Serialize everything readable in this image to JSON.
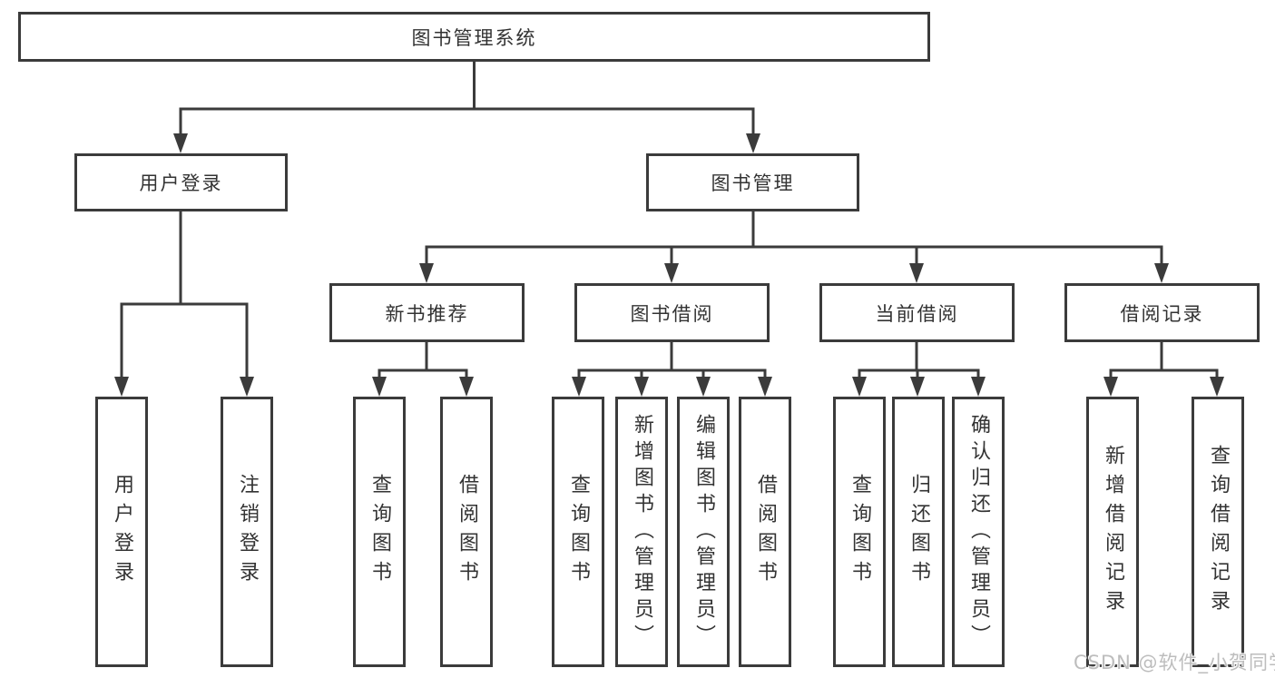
{
  "watermark": "CSDN @软件_小贺同学",
  "colors": {
    "line": "#3b3b3b",
    "text": "#333333",
    "background": "#ffffff",
    "watermark": "#bdbdbd"
  },
  "tree": {
    "root": {
      "label": "图书管理系统"
    },
    "level2": [
      {
        "label": "用户登录"
      },
      {
        "label": "图书管理"
      }
    ],
    "level3": [
      {
        "label": "新书推荐",
        "parent": "图书管理"
      },
      {
        "label": "图书借阅",
        "parent": "图书管理"
      },
      {
        "label": "当前借阅",
        "parent": "图书管理"
      },
      {
        "label": "借阅记录",
        "parent": "图书管理"
      }
    ],
    "leaves": [
      {
        "label": "用户登录",
        "parent": "用户登录"
      },
      {
        "label": "注销登录",
        "parent": "用户登录"
      },
      {
        "label": "查询图书",
        "parent": "新书推荐"
      },
      {
        "label": "借阅图书",
        "parent": "新书推荐"
      },
      {
        "label": "查询图书",
        "parent": "图书借阅"
      },
      {
        "label": "新增图书（管理员）",
        "parent": "图书借阅"
      },
      {
        "label": "编辑图书（管理员）",
        "parent": "图书借阅"
      },
      {
        "label": "借阅图书",
        "parent": "图书借阅"
      },
      {
        "label": "查询图书",
        "parent": "当前借阅"
      },
      {
        "label": "归还图书",
        "parent": "当前借阅"
      },
      {
        "label": "确认归还（管理员）",
        "parent": "当前借阅"
      },
      {
        "label": "新增借阅记录",
        "parent": "借阅记录"
      },
      {
        "label": "查询借阅记录",
        "parent": "借阅记录"
      }
    ]
  }
}
